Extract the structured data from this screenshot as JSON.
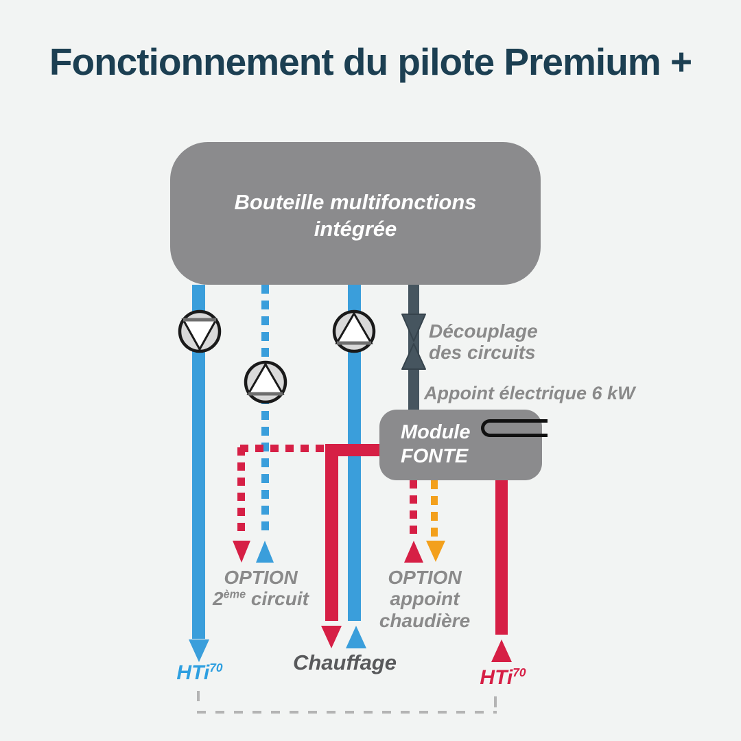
{
  "title": "Fonctionnement du pilote Premium +",
  "tank": {
    "line1": "Bouteille multifonctions",
    "line2": "intégrée"
  },
  "module": {
    "line1": "Module",
    "line2": "FONTE"
  },
  "labels": {
    "decoupling_line1": "Découplage",
    "decoupling_line2": "des circuits",
    "electric_backup": "Appoint électrique 6 kW",
    "option_circuit_title": "OPTION",
    "option_circuit_prefix": "2",
    "option_circuit_sup": "ème",
    "option_circuit_rest": " circuit",
    "option_boiler_title": "OPTION",
    "option_boiler_line2": "appoint",
    "option_boiler_line3": "chaudière",
    "heating": "Chauffage",
    "hti_base": "HTi",
    "hti_sup": "70"
  },
  "icons": {
    "pump_left": "pump-icon (circle, triangle down)",
    "pump_middle": "pump-icon (circle, triangle up)",
    "pump_right": "pump-icon (circle, triangle up)",
    "valve": "decoupling-valve-icon (bowtie)",
    "heating_element": "electric-heating-element-icon (hairpin)"
  },
  "colors": {
    "background": "#f2f4f3",
    "title": "#1c3f52",
    "tank_gray": "#8b8b8d",
    "pipe_blue": "#3a9edb",
    "pipe_red": "#d61f45",
    "pipe_orange": "#f3a01c",
    "pipe_dark_slate": "#46555f",
    "label_gray": "#8a8a8a",
    "heating_text_gray": "#58595b",
    "bracket_gray": "#b4b4b4"
  }
}
